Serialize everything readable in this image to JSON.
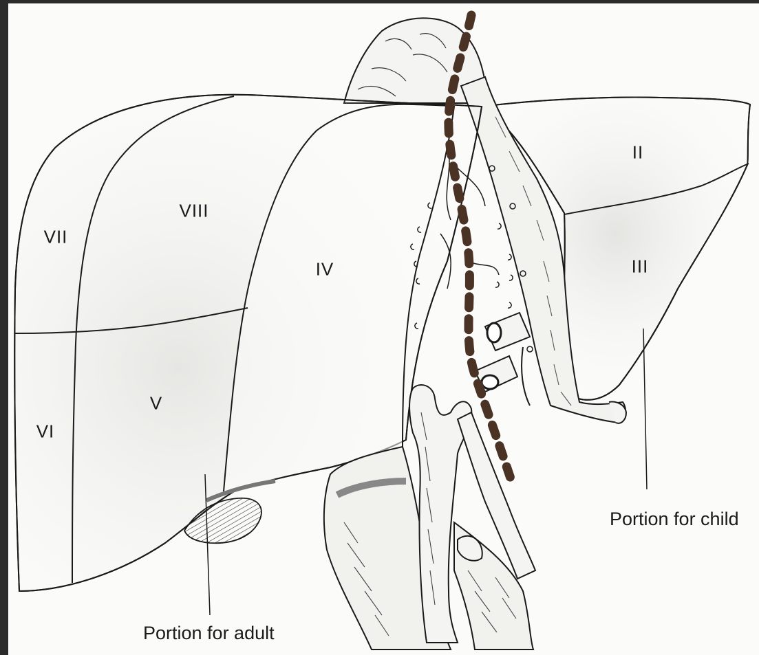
{
  "segments": {
    "s2": "II",
    "s3": "III",
    "s4": "IV",
    "s5": "V",
    "s6": "VI",
    "s7": "VII",
    "s8": "VIII"
  },
  "captions": {
    "child": "Portion for  child",
    "adult": "Portion for  adult"
  },
  "colors": {
    "frame": "#2b2b2b",
    "paper": "#fbfbf9",
    "line": "#1a1a1a",
    "transection_line": "#4a3325",
    "shade": "#d9d9d6"
  }
}
